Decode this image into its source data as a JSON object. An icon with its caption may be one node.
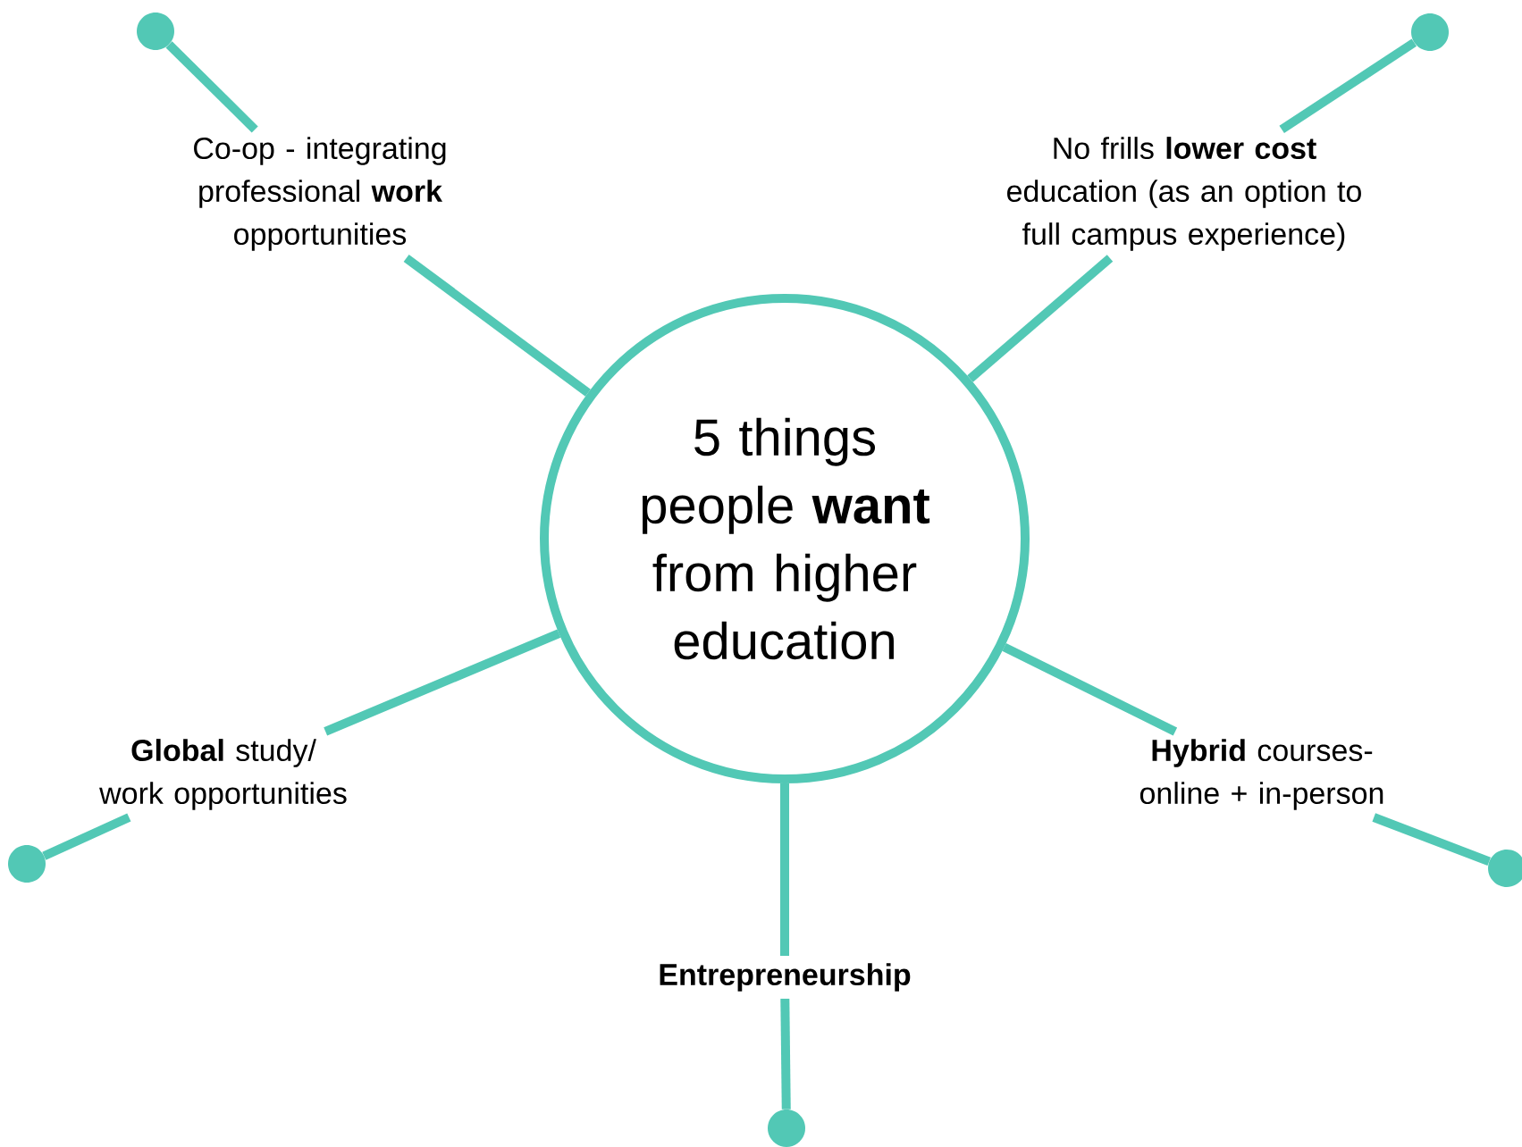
{
  "diagram": {
    "nodes": [
      {
        "text": [
          "5 things people **want** from higher education"
        ]
      },
      {
        "text": [
          "Co-op - integrating professional **work** opportunities"
        ]
      },
      {
        "text": [
          "No frills **lower cost** education (as an option to full campus experience)"
        ]
      },
      {
        "text": [
          "**Global** study/ work opportunities"
        ]
      },
      {
        "text": [
          "**Hybrid** courses- online + in-person"
        ]
      },
      {
        "text": [
          "Entrepreneurship"
        ]
      },
      {
        "text": [],
        "shape": "circle"
      },
      {
        "text": [],
        "shape": "circle"
      },
      {
        "text": [],
        "shape": "circle"
      },
      {
        "text": [],
        "shape": "circle"
      },
      {
        "text": [],
        "shape": "circle"
      }
    ],
    "edges": [
      {
        "from": 0,
        "to": 1,
        "arrow": "none"
      },
      {
        "from": 0,
        "to": 2,
        "arrow": "none"
      },
      {
        "from": 0,
        "to": 3,
        "arrow": "none"
      },
      {
        "from": 0,
        "to": 4,
        "arrow": "none"
      },
      {
        "from": 0,
        "to": 5,
        "arrow": "none"
      },
      {
        "from": 1,
        "to": 6,
        "arrow": "none"
      },
      {
        "from": 2,
        "to": 7,
        "arrow": "none"
      },
      {
        "from": 3,
        "to": 8,
        "arrow": "none"
      },
      {
        "from": 4,
        "to": 9,
        "arrow": "none"
      },
      {
        "from": 5,
        "to": 10,
        "arrow": "none"
      }
    ]
  }
}
